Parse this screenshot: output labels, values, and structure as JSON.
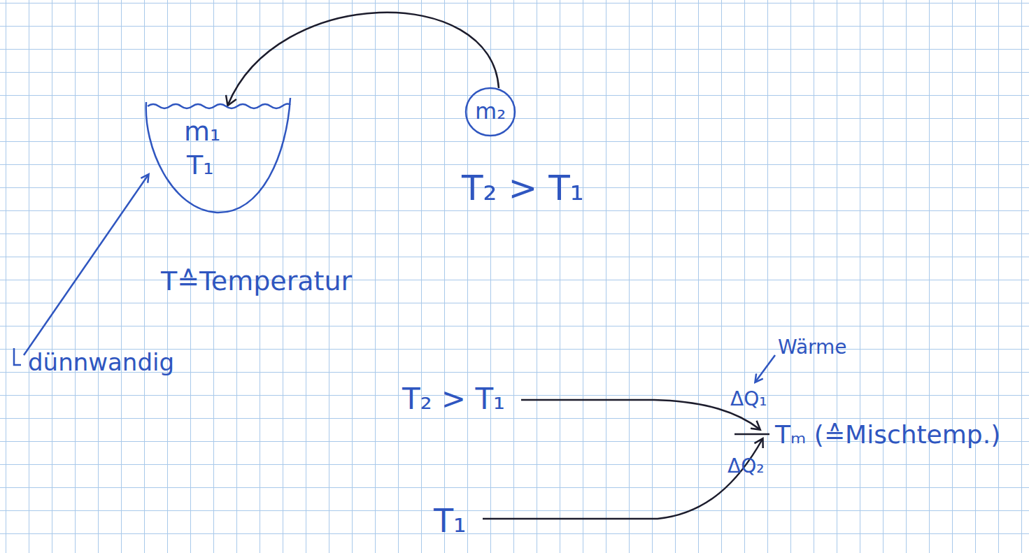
{
  "diagram": {
    "nodes": [
      {
        "text": [
          "m₁",
          "T₁"
        ]
      },
      {
        "text": [
          "m₂"
        ]
      }
    ],
    "edges": [
      {
        "from": 1,
        "to": 0,
        "arrow": "to"
      }
    ],
    "labels": [
      "T₂ > T₁",
      "T≙Temperatur",
      "dünnwandig",
      "T₂ > T₁",
      "Wärme",
      "ΔQ₁",
      "Tₘ (≙Mischtemp.)",
      "ΔQ₂",
      "T₁"
    ]
  }
}
